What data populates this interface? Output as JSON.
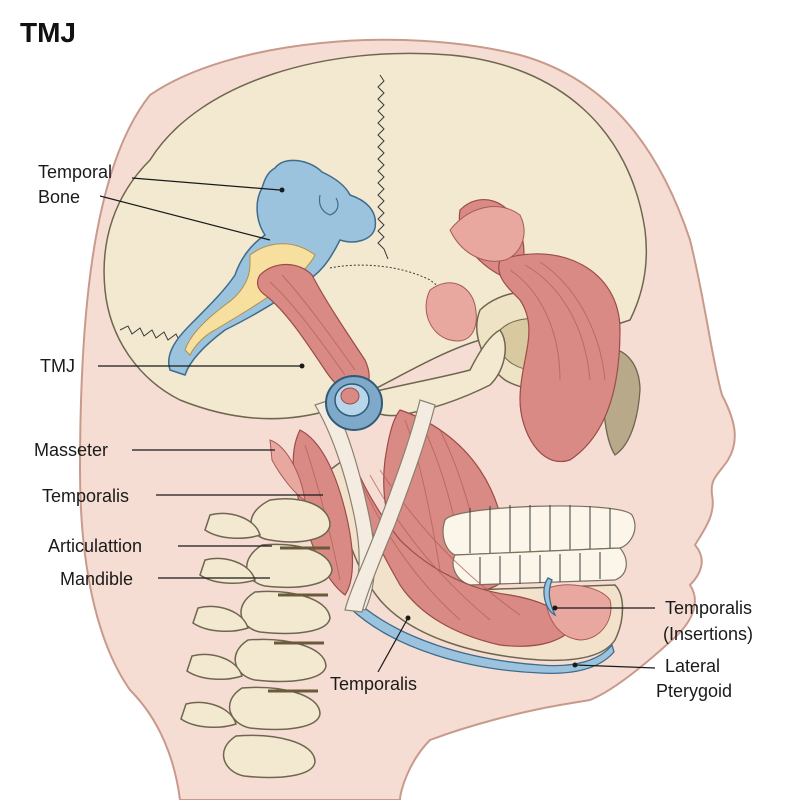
{
  "title": "TMJ",
  "labels": {
    "temporal_bone_line1": "Temporal",
    "temporal_bone_line2": "Bone",
    "tmj": "TMJ",
    "masseter": "Masseter",
    "temporalis_left": "Temporalis",
    "articulation": "Articulattion",
    "mandible": "Mandible",
    "temporalis_bottom": "Temporalis",
    "temporalis_insertions_line1": "Temporalis",
    "temporalis_insertions_line2": "(Insertions)",
    "lateral_pterygoid_line1": "Lateral",
    "lateral_pterygoid_line2": "Pterygoid"
  },
  "colors": {
    "skin": "#f6ddd3",
    "skull": "#f2e9d0",
    "temporal_bone": "#9cc3dd",
    "muscle": "#d98a84",
    "cartilage": "#f7dfa0"
  }
}
